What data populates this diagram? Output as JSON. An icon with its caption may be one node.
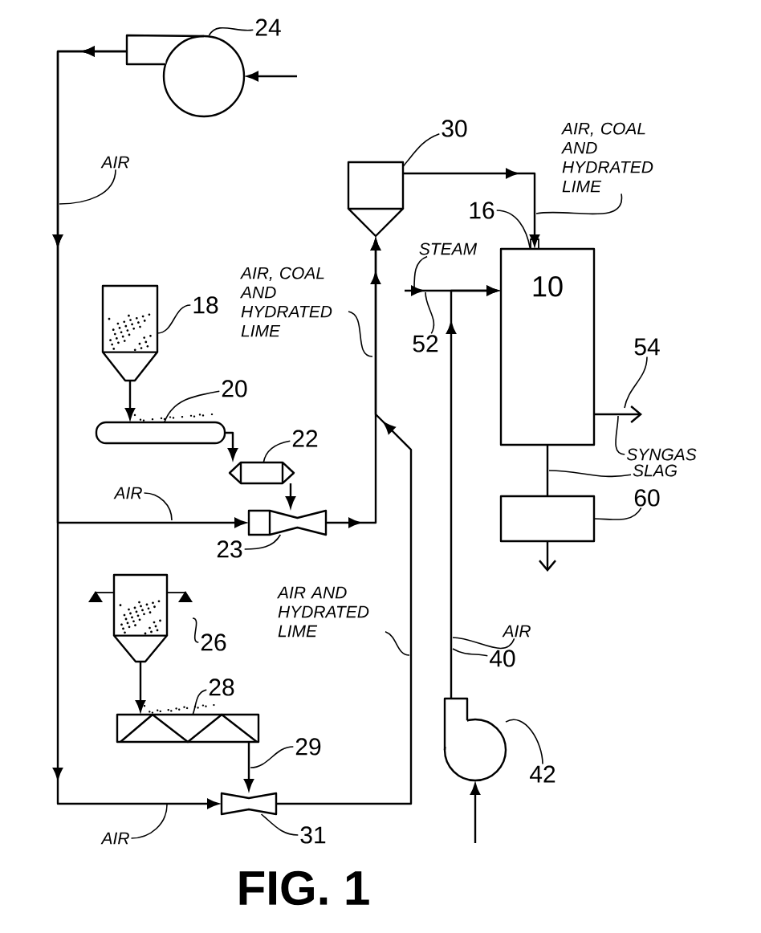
{
  "diagram": {
    "caption": "FIG. 1",
    "nodes": [
      {
        "text": [],
        "shape": "blower"
      },
      {
        "text": [],
        "shape": "hopper"
      },
      {
        "text": [],
        "shape": "conveyor"
      },
      {
        "text": [],
        "shape": "feeder"
      },
      {
        "text": [],
        "shape": "venturi"
      },
      {
        "text": [],
        "shape": "cyclone"
      },
      {
        "text": [
          "10"
        ]
      },
      {
        "text": [],
        "shape": "box"
      },
      {
        "text": [],
        "shape": "hopper"
      },
      {
        "text": [],
        "shape": "screw"
      },
      {
        "text": [],
        "shape": "venturi"
      },
      {
        "text": [],
        "shape": "blower"
      },
      {
        "text": [
          "24"
        ]
      },
      {
        "text": [
          "30"
        ]
      },
      {
        "text": [
          "16"
        ]
      },
      {
        "text": [
          "AIR, COAL AND HYDRATED LIME"
        ]
      },
      {
        "text": [
          "AIR"
        ]
      },
      {
        "text": [
          "18"
        ]
      },
      {
        "text": [
          "STEAM"
        ]
      },
      {
        "text": [
          "52"
        ]
      },
      {
        "text": [
          "AIR, COAL AND HYDRATED LIME"
        ]
      },
      {
        "text": [
          "20"
        ]
      },
      {
        "text": [
          "22"
        ]
      },
      {
        "text": [
          "54"
        ]
      },
      {
        "text": [
          "SYNGAS"
        ]
      },
      {
        "text": [
          "AIR"
        ]
      },
      {
        "text": [
          "23"
        ]
      },
      {
        "text": [
          "SLAG"
        ]
      },
      {
        "text": [
          "60"
        ]
      },
      {
        "text": [
          "AIR AND HYDRATED LIME"
        ]
      },
      {
        "text": [
          "AIR"
        ]
      },
      {
        "text": [
          "26"
        ]
      },
      {
        "text": [
          "40"
        ]
      },
      {
        "text": [
          "28"
        ]
      },
      {
        "text": [
          "29"
        ]
      },
      {
        "text": [
          "42"
        ]
      },
      {
        "text": [
          "AIR"
        ]
      },
      {
        "text": [
          "31"
        ]
      }
    ],
    "edges": [
      {
        "from": null,
        "to": 0,
        "arrow": "to"
      },
      {
        "from": 0,
        "to": 4,
        "arrow": "to"
      },
      {
        "from": 0,
        "to": 10,
        "arrow": "to"
      },
      {
        "from": 1,
        "to": 2,
        "arrow": "to"
      },
      {
        "from": 2,
        "to": 3,
        "arrow": "to"
      },
      {
        "from": 3,
        "to": 4,
        "arrow": "to"
      },
      {
        "from": 4,
        "to": 5,
        "arrow": "to"
      },
      {
        "from": 5,
        "to": 6,
        "arrow": "to"
      },
      {
        "from": 10,
        "to": 5,
        "arrow": "to"
      },
      {
        "from": 8,
        "to": 9,
        "arrow": "to"
      },
      {
        "from": 9,
        "to": 10,
        "arrow": "to"
      },
      {
        "from": 11,
        "to": 6,
        "arrow": "to"
      },
      {
        "from": null,
        "to": 6,
        "arrow": "to"
      },
      {
        "from": 6,
        "to": 24,
        "arrow": "to"
      },
      {
        "from": 6,
        "to": 7,
        "arrow": "none"
      },
      {
        "from": 7,
        "to": null,
        "arrow": "to"
      },
      {
        "from": null,
        "to": 11,
        "arrow": "to"
      },
      {
        "from": 12,
        "to": 0,
        "arrow": "none"
      },
      {
        "from": 13,
        "to": 5,
        "arrow": "none"
      },
      {
        "from": 14,
        "to": 6,
        "arrow": "none"
      },
      {
        "from": 15,
        "to": null,
        "arrow": "none"
      },
      {
        "from": 16,
        "to": null,
        "arrow": "none"
      },
      {
        "from": 17,
        "to": 1,
        "arrow": "none"
      },
      {
        "from": 18,
        "to": null,
        "arrow": "none"
      },
      {
        "from": 19,
        "to": null,
        "arrow": "none"
      },
      {
        "from": 20,
        "to": null,
        "arrow": "none"
      },
      {
        "from": 21,
        "to": 2,
        "arrow": "none"
      },
      {
        "from": 22,
        "to": 3,
        "arrow": "none"
      },
      {
        "from": 23,
        "to": null,
        "arrow": "none"
      },
      {
        "from": 24,
        "to": null,
        "arrow": "none"
      },
      {
        "from": 25,
        "to": null,
        "arrow": "none"
      },
      {
        "from": 26,
        "to": 4,
        "arrow": "none"
      },
      {
        "from": 27,
        "to": null,
        "arrow": "none"
      },
      {
        "from": 28,
        "to": 7,
        "arrow": "none"
      },
      {
        "from": 29,
        "to": null,
        "arrow": "none"
      },
      {
        "from": 30,
        "to": null,
        "arrow": "none"
      },
      {
        "from": 31,
        "to": 8,
        "arrow": "none"
      },
      {
        "from": 32,
        "to": null,
        "arrow": "none"
      },
      {
        "from": 33,
        "to": 9,
        "arrow": "none"
      },
      {
        "from": 34,
        "to": null,
        "arrow": "none"
      },
      {
        "from": 35,
        "to": 11,
        "arrow": "none"
      },
      {
        "from": 36,
        "to": null,
        "arrow": "none"
      },
      {
        "from": 37,
        "to": 10,
        "arrow": "none"
      }
    ]
  }
}
